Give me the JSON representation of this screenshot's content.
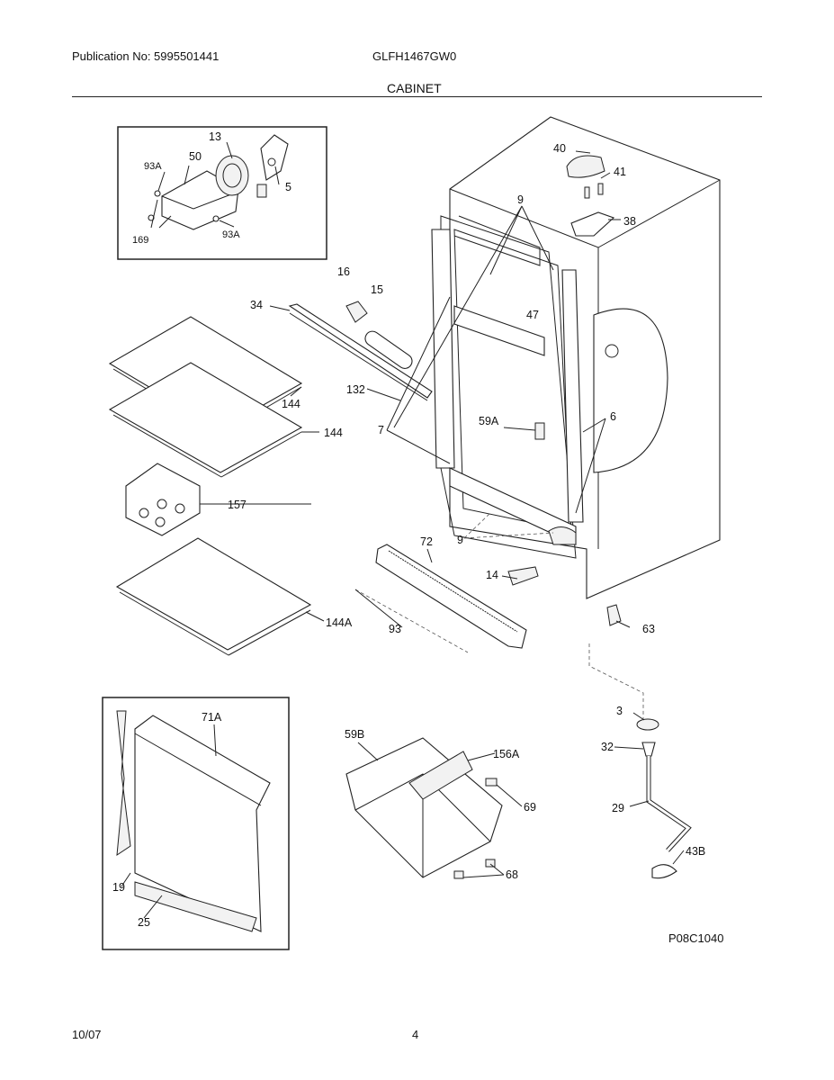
{
  "header": {
    "publication": "Publication No: 5995501441",
    "model": "GLFH1467GW0",
    "section_title": "CABINET"
  },
  "footer": {
    "date": "10/07",
    "page": "4"
  },
  "diagram_code": "P08C1040",
  "callouts": {
    "c13": "13",
    "c50": "50",
    "c93A_top": "93A",
    "c5": "5",
    "c169": "169",
    "c93A_bot": "93A",
    "c40": "40",
    "c41": "41",
    "c38": "38",
    "c9_top": "9",
    "c16": "16",
    "c15": "15",
    "c34": "34",
    "c47": "47",
    "c132": "132",
    "c144_top": "144",
    "c144": "144",
    "c7": "7",
    "c59A": "59A",
    "c6": "6",
    "c157": "157",
    "c9_bot": "9",
    "c72": "72",
    "c14": "14",
    "c144A": "144A",
    "c93": "93",
    "c63": "63",
    "c71A": "71A",
    "c19": "19",
    "c25": "25",
    "c59B": "59B",
    "c156A": "156A",
    "c69": "69",
    "c68": "68",
    "c3": "3",
    "c32": "32",
    "c29": "29",
    "c43B": "43B"
  }
}
